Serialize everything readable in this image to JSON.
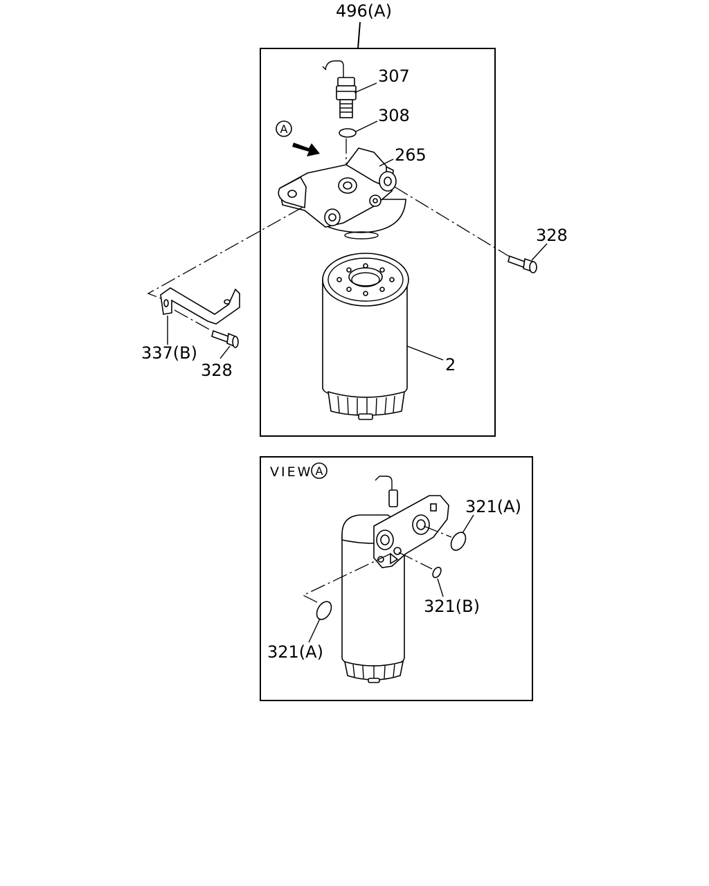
{
  "callouts": {
    "assembly": "496(A)",
    "sensor": "307",
    "sensor_oring": "308",
    "filter_head": "265",
    "bolt_right": "328",
    "bracket": "337(B)",
    "bolt_left": "328",
    "filter_element": "2"
  },
  "view_marker": {
    "letter": "A"
  },
  "view_panel": {
    "title": "VIEW",
    "letter": "A",
    "oring_upper": "321(A)",
    "oring_small": "321(B)",
    "oring_lower": "321(A)"
  }
}
